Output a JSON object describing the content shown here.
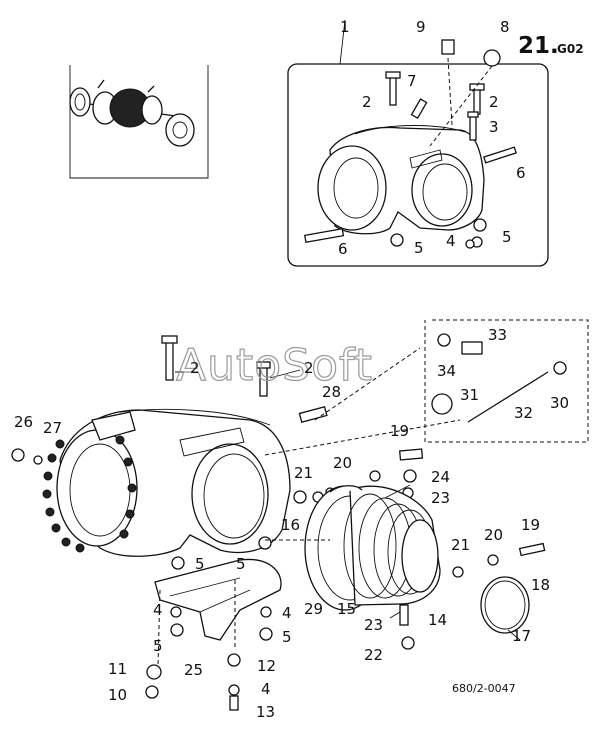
{
  "diagram": {
    "page_title": "21.",
    "page_subtitle": "G02",
    "document_number": "680/2-0047",
    "watermark": "AutoSoft",
    "callouts": [
      {
        "id": "c1",
        "label": "1"
      },
      {
        "id": "c2a",
        "label": "2"
      },
      {
        "id": "c2b",
        "label": "2"
      },
      {
        "id": "c3",
        "label": "3"
      },
      {
        "id": "c4a",
        "label": "4"
      },
      {
        "id": "c5a",
        "label": "5"
      },
      {
        "id": "c5b",
        "label": "5"
      },
      {
        "id": "c6a",
        "label": "6"
      },
      {
        "id": "c6b",
        "label": "6"
      },
      {
        "id": "c7",
        "label": "7"
      },
      {
        "id": "c8",
        "label": "8"
      },
      {
        "id": "c9",
        "label": "9"
      },
      {
        "id": "c2c",
        "label": "2"
      },
      {
        "id": "c2d",
        "label": "2"
      },
      {
        "id": "c28",
        "label": "28"
      },
      {
        "id": "c26",
        "label": "26"
      },
      {
        "id": "c27",
        "label": "27"
      },
      {
        "id": "c33",
        "label": "33"
      },
      {
        "id": "c34",
        "label": "34"
      },
      {
        "id": "c31",
        "label": "31"
      },
      {
        "id": "c32",
        "label": "32"
      },
      {
        "id": "c30",
        "label": "30"
      },
      {
        "id": "c19a",
        "label": "19"
      },
      {
        "id": "c20a",
        "label": "20"
      },
      {
        "id": "c24",
        "label": "24"
      },
      {
        "id": "c21a",
        "label": "21"
      },
      {
        "id": "c23a",
        "label": "23"
      },
      {
        "id": "c16",
        "label": "16"
      },
      {
        "id": "c5c",
        "label": "5"
      },
      {
        "id": "c5d",
        "label": "5"
      },
      {
        "id": "c4b",
        "label": "4"
      },
      {
        "id": "c4c",
        "label": "4"
      },
      {
        "id": "c5e",
        "label": "5"
      },
      {
        "id": "c5f",
        "label": "5"
      },
      {
        "id": "c25",
        "label": "25"
      },
      {
        "id": "c29",
        "label": "29"
      },
      {
        "id": "c15",
        "label": "15"
      },
      {
        "id": "c14",
        "label": "14"
      },
      {
        "id": "c23b",
        "label": "23"
      },
      {
        "id": "c22",
        "label": "22"
      },
      {
        "id": "c21b",
        "label": "21"
      },
      {
        "id": "c20b",
        "label": "20"
      },
      {
        "id": "c19b",
        "label": "19"
      },
      {
        "id": "c18",
        "label": "18"
      },
      {
        "id": "c17",
        "label": "17"
      },
      {
        "id": "c11",
        "label": "11"
      },
      {
        "id": "c10",
        "label": "10"
      },
      {
        "id": "c12",
        "label": "12"
      },
      {
        "id": "c4d",
        "label": "4"
      },
      {
        "id": "c13",
        "label": "13"
      }
    ]
  }
}
